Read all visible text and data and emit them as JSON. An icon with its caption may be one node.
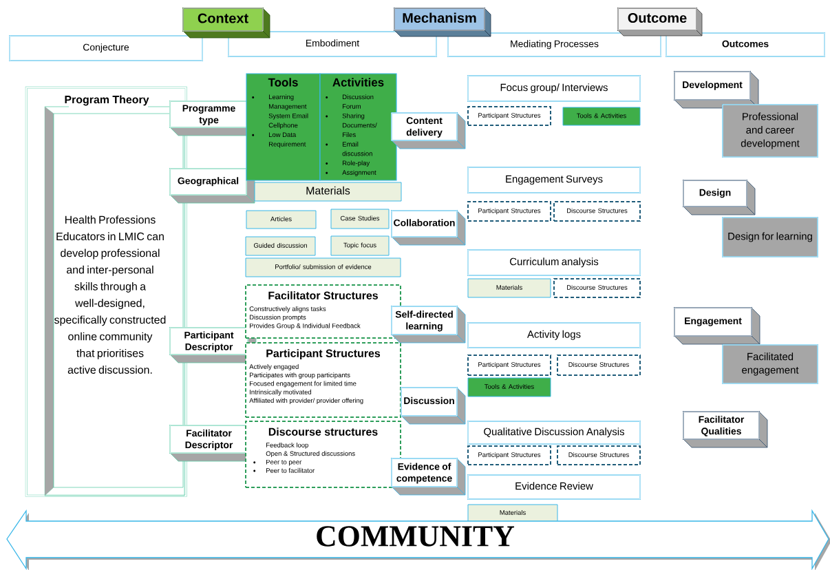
{
  "diagram": {
    "nodes": [
      {
        "text": [
          "Context"
        ]
      },
      {
        "text": [
          "Mechanism"
        ]
      },
      {
        "text": [
          "Outcome"
        ]
      },
      {
        "text": [
          "Conjecture"
        ]
      },
      {
        "text": [
          "Embodiment"
        ]
      },
      {
        "text": [
          "Mediating Processes"
        ]
      },
      {
        "text": [
          "Outcomes"
        ]
      },
      {
        "text": [
          "Program Theory",
          "Health Professions Educators in LMIC can develop professional and inter-personal skills through a well-designed, specifically constructed online community that prioritises active discussion."
        ]
      },
      {
        "text": [
          "Programme type"
        ]
      },
      {
        "text": [
          "Geographical"
        ]
      },
      {
        "text": [
          "Participant Descriptor"
        ]
      },
      {
        "text": [
          "Facilitator Descriptor"
        ]
      },
      {
        "text": [
          "Tools",
          "Learning Management System Email Cellphone",
          "Low Data Requirement"
        ]
      },
      {
        "text": [
          "Activities",
          "Discussion Forum",
          "Sharing Documents/ Files",
          "Email discussion",
          "Role-play",
          "Assignment"
        ]
      },
      {
        "text": [
          "Materials"
        ]
      },
      {
        "text": [
          "Articles"
        ]
      },
      {
        "text": [
          "Case Studies"
        ]
      },
      {
        "text": [
          "Guided discussion"
        ]
      },
      {
        "text": [
          "Topic focus"
        ]
      },
      {
        "text": [
          "Portfolio/ submission of evidence"
        ]
      },
      {
        "text": [
          "Facilitator Structures",
          "Constructively aligns tasks",
          "Discussion prompts",
          "Provides Group & Individual Feedback"
        ]
      },
      {
        "text": [
          "Participant Structures",
          "Actively engaged",
          "Participates with group participants",
          "Focused engagement for limited time",
          "Intrinsically motivated",
          "Affiliated with provider/ provider offering"
        ]
      },
      {
        "text": [
          "Discourse structures",
          "Feedback loop",
          "Open & Structured discussions",
          "Peer to peer",
          "Peer to facilitator"
        ]
      },
      {
        "text": [
          "Content delivery"
        ]
      },
      {
        "text": [
          "Collaboration"
        ]
      },
      {
        "text": [
          "Self-directed learning"
        ]
      },
      {
        "text": [
          "Discussion"
        ]
      },
      {
        "text": [
          "Evidence of competence"
        ]
      },
      {
        "text": [
          "Focus group/ Interviews"
        ]
      },
      {
        "text": [
          "Participant Structures"
        ]
      },
      {
        "text": [
          "Tools & Activities"
        ]
      },
      {
        "text": [
          "Engagement Surveys"
        ]
      },
      {
        "text": [
          "Participant Structures"
        ]
      },
      {
        "text": [
          "Discourse Structures"
        ]
      },
      {
        "text": [
          "Curriculum analysis"
        ]
      },
      {
        "text": [
          "Materials"
        ]
      },
      {
        "text": [
          "Discourse Structures"
        ]
      },
      {
        "text": [
          "Activity logs"
        ]
      },
      {
        "text": [
          "Participant Structures"
        ]
      },
      {
        "text": [
          "Discourse Structures"
        ]
      },
      {
        "text": [
          "Tools & Activities"
        ]
      },
      {
        "text": [
          "Qualitative Discussion Analysis"
        ]
      },
      {
        "text": [
          "Participant Structures"
        ]
      },
      {
        "text": [
          "Discourse Structures"
        ]
      },
      {
        "text": [
          "Evidence Review"
        ]
      },
      {
        "text": [
          "Materials"
        ]
      },
      {
        "text": [
          "Development"
        ]
      },
      {
        "text": [
          "Professional and career development"
        ]
      },
      {
        "text": [
          "Design"
        ]
      },
      {
        "text": [
          "Design for learning"
        ]
      },
      {
        "text": [
          "Engagement"
        ]
      },
      {
        "text": [
          "Facilitated engagement"
        ]
      },
      {
        "text": [
          "Facilitator Qualities"
        ]
      },
      {
        "text": [
          "COMMUNITY"
        ]
      }
    ]
  }
}
